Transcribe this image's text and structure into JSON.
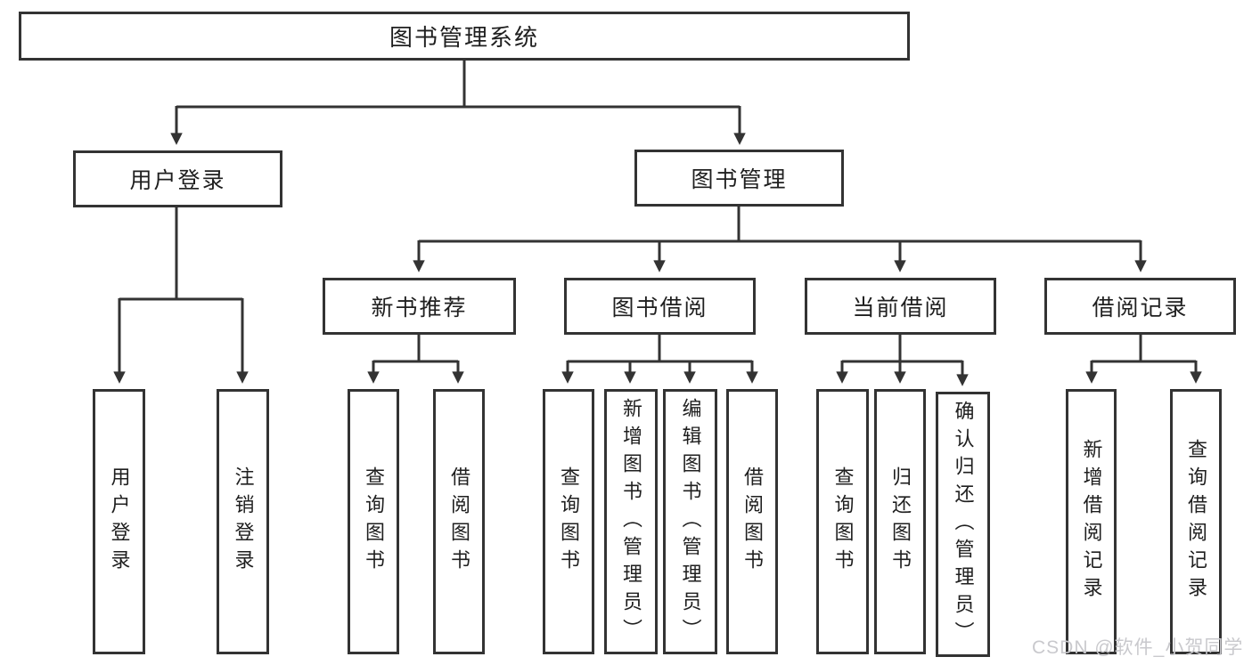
{
  "diagram_title": "图书管理系统",
  "nodes": {
    "root": "图书管理系统",
    "user_login": "用户登录",
    "book_mgmt": "图书管理",
    "new_book_rec": "新书推荐",
    "book_borrow": "图书借阅",
    "current_borrow": "当前借阅",
    "borrow_record": "借阅记录",
    "ul_user_login": "用户登录",
    "ul_logout": "注销登录",
    "nb_query_book": "查询图书",
    "nb_borrow_book": "借阅图书",
    "bb_query_book": "查询图书",
    "bb_add_book": "新增图书（管理员）",
    "bb_edit_book": "编辑图书（管理员）",
    "bb_borrow_book": "借阅图书",
    "cb_query_book": "查询图书",
    "cb_return_book": "归还图书",
    "cb_confirm_return": "确认归还（管理员）",
    "br_add_record": "新增借阅记录",
    "br_query_record": "查询借阅记录"
  },
  "edges": [
    [
      "root",
      "user_login"
    ],
    [
      "root",
      "book_mgmt"
    ],
    [
      "user_login",
      "ul_user_login"
    ],
    [
      "user_login",
      "ul_logout"
    ],
    [
      "book_mgmt",
      "new_book_rec"
    ],
    [
      "book_mgmt",
      "book_borrow"
    ],
    [
      "book_mgmt",
      "current_borrow"
    ],
    [
      "book_mgmt",
      "borrow_record"
    ],
    [
      "new_book_rec",
      "nb_query_book"
    ],
    [
      "new_book_rec",
      "nb_borrow_book"
    ],
    [
      "book_borrow",
      "bb_query_book"
    ],
    [
      "book_borrow",
      "bb_add_book"
    ],
    [
      "book_borrow",
      "bb_edit_book"
    ],
    [
      "book_borrow",
      "bb_borrow_book"
    ],
    [
      "current_borrow",
      "cb_query_book"
    ],
    [
      "current_borrow",
      "cb_return_book"
    ],
    [
      "current_borrow",
      "cb_confirm_return"
    ],
    [
      "borrow_record",
      "br_add_record"
    ],
    [
      "borrow_record",
      "br_query_record"
    ]
  ],
  "colors": {
    "line": "#333333",
    "text": "#1f1f1f",
    "box_background": "#ffffff",
    "watermark": "#c9c9cd"
  },
  "watermark": "CSDN @软件_小贺同学"
}
